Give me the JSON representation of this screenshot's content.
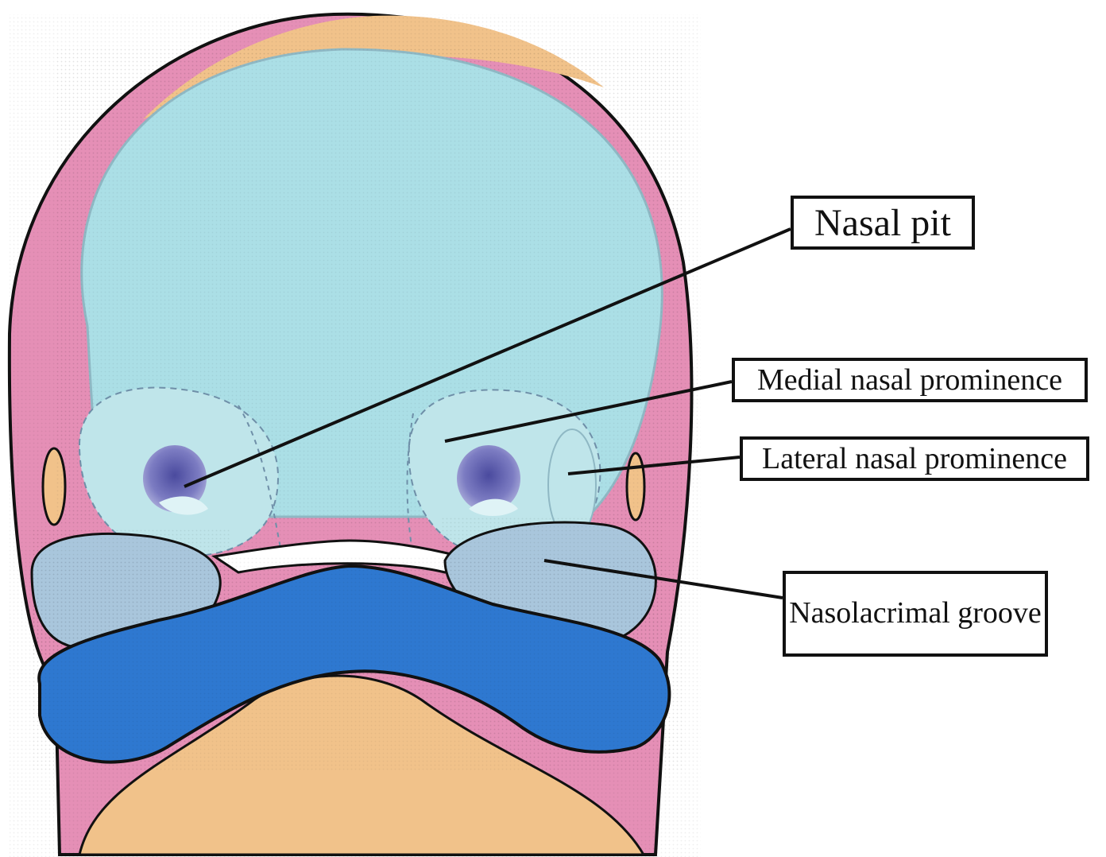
{
  "labels": {
    "nasal_pit": "Nasal pit",
    "medial_nasal_prominence": "Medial nasal prominence",
    "lateral_nasal_prominence": "Lateral nasal prominence",
    "nasolacrimal_groove": "Nasolacrimal groove"
  },
  "colors": {
    "pink": "#e58fb6",
    "orange": "#f1c28a",
    "light_blue": "#abdfe6",
    "pale_blue": "#bfe5ea",
    "grey_blue": "#a9c6dc",
    "deep_blue": "#2e78d0",
    "purple": "#6f6fb8",
    "outline": "#111111"
  }
}
